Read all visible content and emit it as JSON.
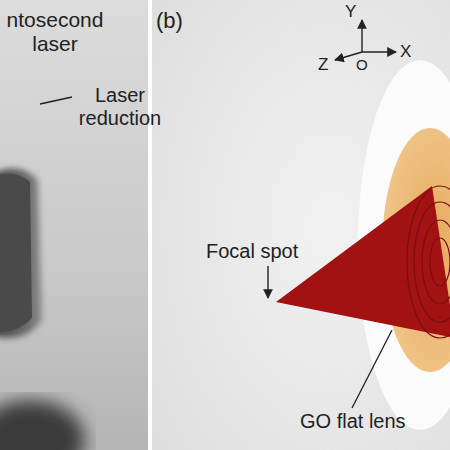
{
  "diagram": {
    "labels": [
      "ntosecond laser",
      "Laser reduction",
      "(b)",
      "Y",
      "Z",
      "O",
      "X",
      "Focal spot",
      "GO flat lens"
    ]
  }
}
